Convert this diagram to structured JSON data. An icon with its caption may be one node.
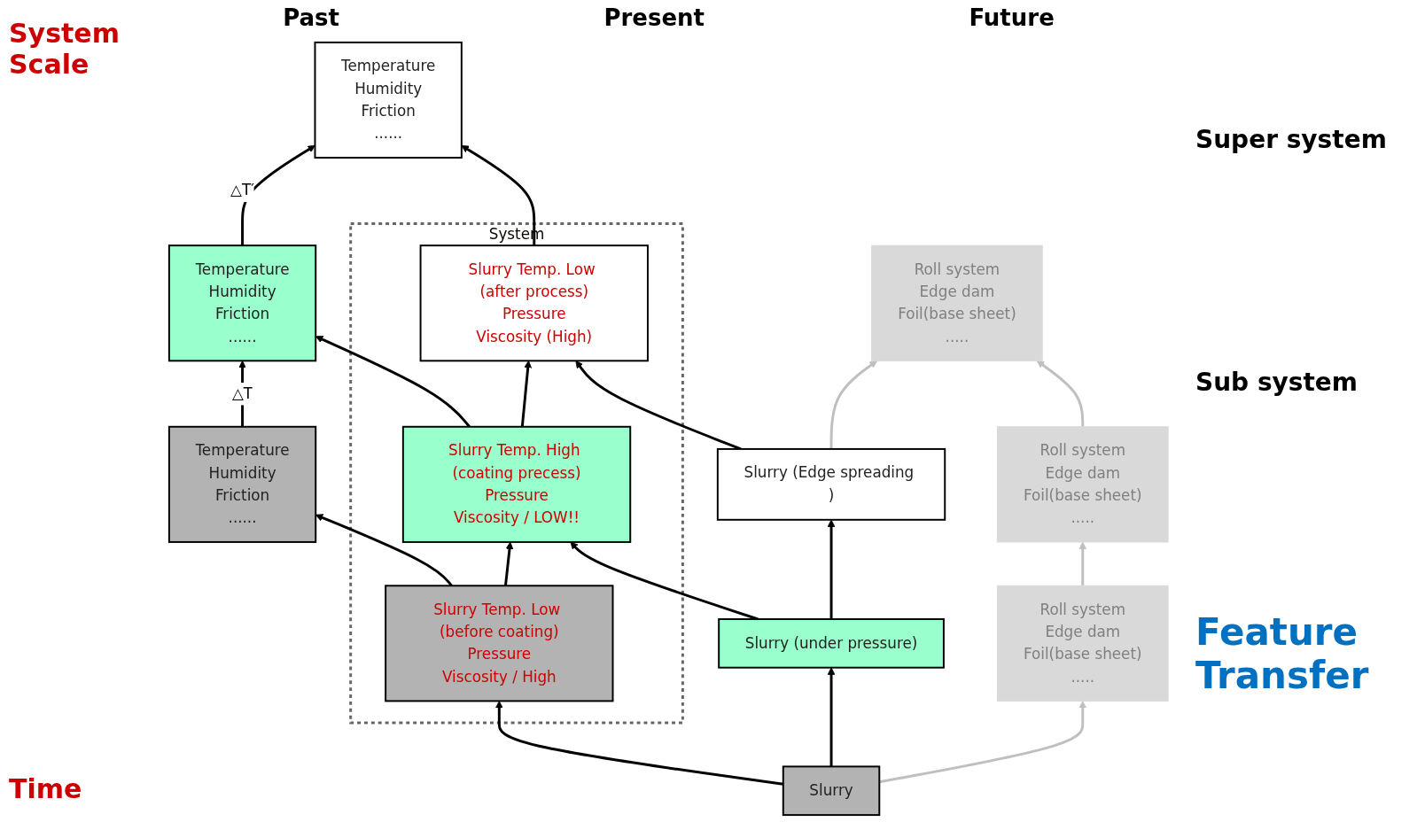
{
  "diagram": {
    "nodes": [
      {
        "text": [
          "Temperature",
          "Humidity",
          "Friction",
          "......"
        ]
      },
      {
        "text": [
          "Temperature",
          "Humidity",
          "Friction",
          "......"
        ]
      },
      {
        "text": [
          "Temperature",
          "Humidity",
          "Friction",
          "......"
        ]
      },
      {
        "text": [
          "System"
        ]
      },
      {
        "text": [
          "Slurry Temp. Low (before coating)",
          "Pressure",
          "Viscosity / High"
        ],
        "in": 3
      },
      {
        "text": [
          "Slurry Temp. High (coating precess)",
          "Pressure",
          "Viscosity / LOW!!"
        ],
        "in": 3
      },
      {
        "text": [
          "Slurry Temp. Low (after process)",
          "Pressure",
          "Viscosity (High)"
        ],
        "in": 3
      },
      {
        "text": [
          "Slurry"
        ]
      },
      {
        "text": [
          "Slurry (under pressure)"
        ]
      },
      {
        "text": [
          "Slurry (Edge spreading )"
        ]
      },
      {
        "text": [
          "Roll system",
          "Edge dam",
          "Foil(base sheet)",
          "....."
        ]
      },
      {
        "text": [
          "Roll system",
          "Edge dam",
          "Foil(base sheet)",
          "....."
        ]
      },
      {
        "text": [
          "Roll system",
          "Edge dam",
          "Foil(base sheet)",
          "....."
        ]
      }
    ],
    "edges": [
      {
        "from": 0,
        "to": 1,
        "arrow": "to",
        "label": "△T"
      },
      {
        "from": 1,
        "to": 2,
        "arrow": "to",
        "label": "△T′"
      },
      {
        "from": 4,
        "to": 0,
        "arrow": "to"
      },
      {
        "from": 5,
        "to": 1,
        "arrow": "to"
      },
      {
        "from": 6,
        "to": 2,
        "arrow": "to"
      },
      {
        "from": 4,
        "to": 5,
        "arrow": "to"
      },
      {
        "from": 5,
        "to": 6,
        "arrow": "to"
      },
      {
        "from": 7,
        "to": 4,
        "arrow": "to"
      },
      {
        "from": 8,
        "to": 5,
        "arrow": "to"
      },
      {
        "from": 9,
        "to": 6,
        "arrow": "to"
      },
      {
        "from": 7,
        "to": 8,
        "arrow": "to"
      },
      {
        "from": 8,
        "to": 9,
        "arrow": "to"
      },
      {
        "from": 7,
        "to": 10,
        "arrow": "to",
        "color": "#bfbfbf"
      },
      {
        "from": 9,
        "to": 12,
        "arrow": "to",
        "color": "#bfbfbf"
      },
      {
        "from": 10,
        "to": 11,
        "arrow": "to",
        "color": "#bfbfbf"
      },
      {
        "from": 11,
        "to": 12,
        "arrow": "to",
        "color": "#bfbfbf"
      }
    ],
    "labels": [
      "Past",
      "Present",
      "Future",
      "System Scale",
      "Super system",
      "Sub system",
      "Feature Transfer",
      "Time"
    ]
  }
}
